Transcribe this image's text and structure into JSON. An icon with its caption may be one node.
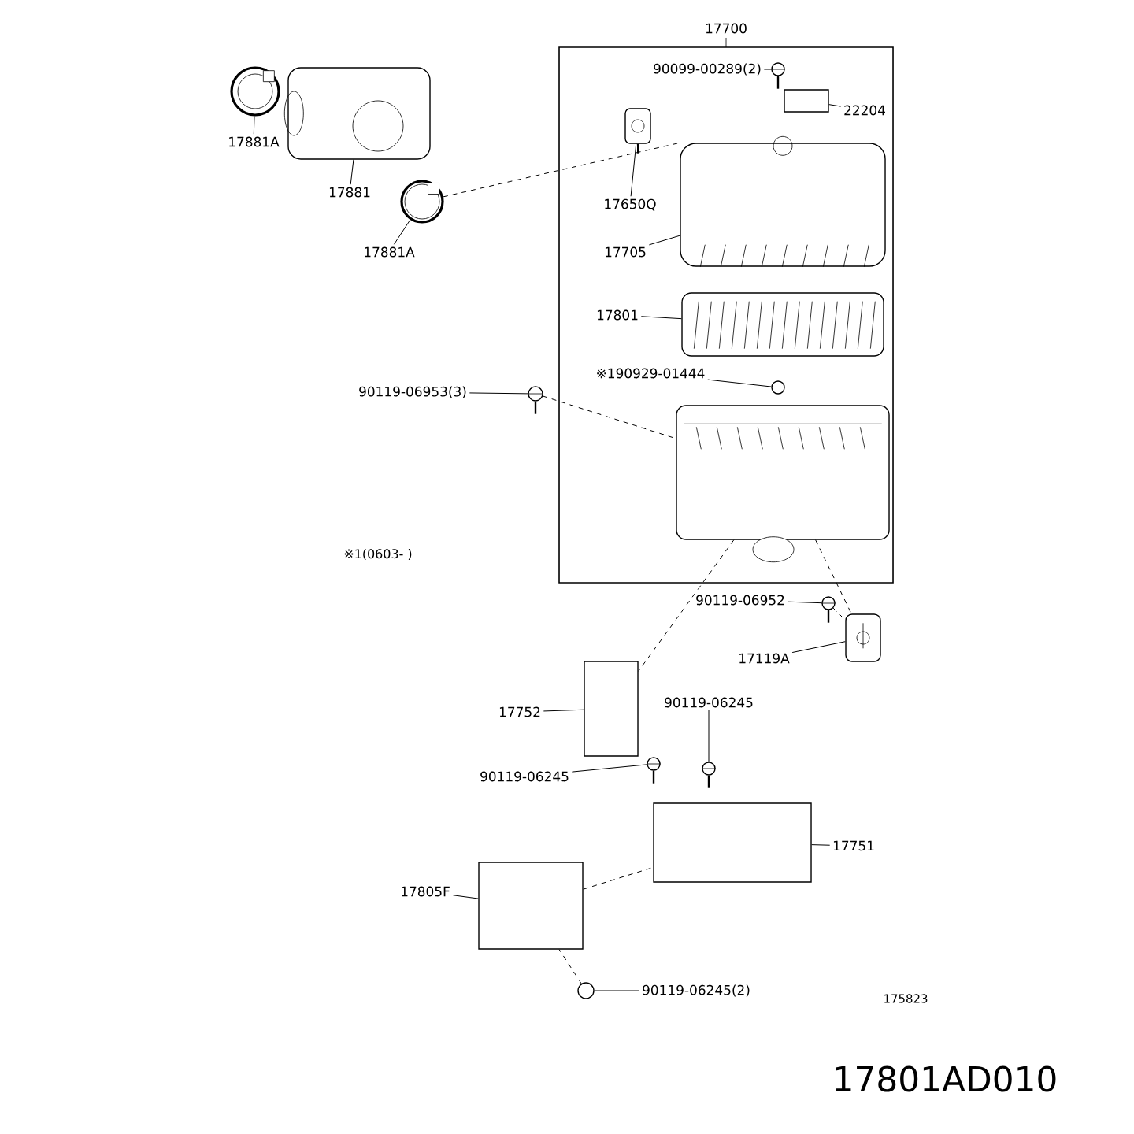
{
  "diagram": {
    "nodes": [
      {
        "text": [
          "17700"
        ]
      },
      {
        "text": [
          "17881A"
        ]
      },
      {
        "text": [],
        "shape": "picture"
      },
      {
        "text": [
          "17881"
        ]
      },
      {
        "text": [],
        "shape": "picture"
      },
      {
        "text": [
          "17881A"
        ]
      },
      {
        "text": [],
        "shape": "picture"
      },
      {
        "text": [
          "90099-00289(2)"
        ],
        "in": 0
      },
      {
        "text": [],
        "shape": "picture",
        "in": 0
      },
      {
        "text": [
          "22204"
        ],
        "in": 0
      },
      {
        "text": [],
        "shape": "box",
        "in": 0
      },
      {
        "text": [
          "17650Q"
        ],
        "in": 0
      },
      {
        "text": [],
        "shape": "picture",
        "in": 0
      },
      {
        "text": [
          "17705"
        ],
        "in": 0
      },
      {
        "text": [],
        "shape": "picture",
        "in": 0
      },
      {
        "text": [
          "17801"
        ],
        "in": 0
      },
      {
        "text": [],
        "shape": "picture",
        "in": 0
      },
      {
        "text": [
          "※190929-01444"
        ],
        "in": 0
      },
      {
        "text": [],
        "shape": "circle",
        "in": 0
      },
      {
        "text": [
          "90119-06953(3)"
        ]
      },
      {
        "text": [],
        "shape": "picture"
      },
      {
        "text": [
          "90119-06952"
        ]
      },
      {
        "text": [],
        "shape": "picture"
      },
      {
        "text": [
          "17119A"
        ]
      },
      {
        "text": [],
        "shape": "picture"
      },
      {
        "text": [
          "17752"
        ]
      },
      {
        "text": [],
        "shape": "box"
      },
      {
        "text": [
          "90119-06245"
        ]
      },
      {
        "text": [],
        "shape": "picture"
      },
      {
        "text": [
          "90119-06245"
        ]
      },
      {
        "text": [],
        "shape": "picture"
      },
      {
        "text": [
          "17751"
        ]
      },
      {
        "text": [],
        "shape": "box"
      },
      {
        "text": [
          "17805F"
        ]
      },
      {
        "text": [],
        "shape": "box"
      },
      {
        "text": [
          "90119-06245(2)"
        ]
      },
      {
        "text": [],
        "shape": "circle"
      },
      {
        "text": [],
        "shape": "picture",
        "in": 0
      }
    ],
    "edges": [
      {
        "from": 1,
        "to": 2,
        "arrow": "none"
      },
      {
        "from": 3,
        "to": 4,
        "arrow": "none"
      },
      {
        "from": 5,
        "to": 6,
        "arrow": "none"
      },
      {
        "from": 7,
        "to": 8,
        "arrow": "none"
      },
      {
        "from": 9,
        "to": 10,
        "arrow": "none"
      },
      {
        "from": 11,
        "to": 12,
        "arrow": "none"
      },
      {
        "from": 13,
        "to": 14,
        "arrow": "none"
      },
      {
        "from": 15,
        "to": 16,
        "arrow": "none"
      },
      {
        "from": 17,
        "to": 18,
        "arrow": "none"
      },
      {
        "from": 19,
        "to": 20,
        "arrow": "none"
      },
      {
        "from": 21,
        "to": 22,
        "arrow": "none"
      },
      {
        "from": 23,
        "to": 24,
        "arrow": "none"
      },
      {
        "from": 25,
        "to": 26,
        "arrow": "none"
      },
      {
        "from": 27,
        "to": 28,
        "arrow": "none"
      },
      {
        "from": 29,
        "to": 30,
        "arrow": "none"
      },
      {
        "from": 31,
        "to": 32,
        "arrow": "none"
      },
      {
        "from": 33,
        "to": 34,
        "arrow": "none"
      },
      {
        "from": 35,
        "to": 36,
        "arrow": "none"
      },
      {
        "from": 6,
        "to": 14,
        "arrow": "none",
        "style": "dashed"
      },
      {
        "from": 20,
        "to": 37,
        "arrow": "none",
        "style": "dashed"
      },
      {
        "from": 37,
        "to": 26,
        "arrow": "none",
        "style": "dashed"
      },
      {
        "from": 37,
        "to": 24,
        "arrow": "none",
        "style": "dashed"
      },
      {
        "from": 22,
        "to": 24,
        "arrow": "none",
        "style": "dashed"
      },
      {
        "from": 34,
        "to": 32,
        "arrow": "none",
        "style": "dashed"
      },
      {
        "from": 36,
        "to": 34,
        "arrow": "none",
        "style": "dashed"
      }
    ],
    "labels": [
      "※1(0603- )",
      "175823",
      "17801AD010"
    ]
  }
}
